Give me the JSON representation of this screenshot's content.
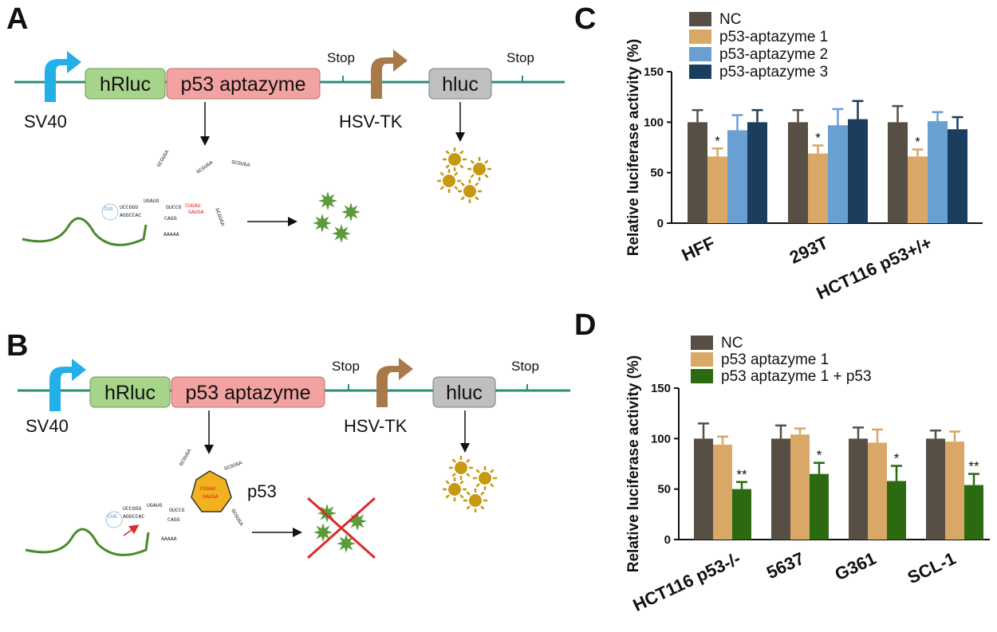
{
  "colors": {
    "promoter_sv40": "#23b0e8",
    "promoter_hsvtk": "#a87a4a",
    "hrluc_box": "#a6d48a",
    "aptazyme_box": "#f2a2a0",
    "hluc_box": "#bfbfbf",
    "backbone": "#2e8b78",
    "mrna": "#4a8a2e",
    "star_green": "#5c9a3a",
    "sun_gold": "#c59a12",
    "p53_hex": "#f2b220",
    "cross": "#d92b2b"
  },
  "panel_a": {
    "letter": "A",
    "sv40": "SV40",
    "hrluc": "hRluc",
    "aptazyme": "p53 aptazyme",
    "stop1": "Stop",
    "hsvtk": "HSV-TK",
    "hluc": "hluc",
    "stop2": "Stop"
  },
  "panel_b": {
    "letter": "B",
    "sv40": "SV40",
    "hrluc": "hRluc",
    "aptazyme": "p53 aptazyme",
    "stop1": "Stop",
    "hsvtk": "HSV-TK",
    "hluc": "hluc",
    "stop2": "Stop",
    "p53": "p53"
  },
  "seq": {
    "stem_left": "UCCGGU",
    "stem_left2": "AGGCCAC",
    "loop": "CUG",
    "mid": "UGAUG",
    "mid2": "GUCCG",
    "mid3": "CAGG",
    "red1": "CUGAU",
    "red2": "GAUGA",
    "tail": "AAAAA",
    "arm": "GCGUGA"
  },
  "chart_data": [
    {
      "panel": "C",
      "type": "bar",
      "ylabel": "Relative luciferase activity (%)",
      "ylim": [
        0,
        150
      ],
      "yticks": [
        "0",
        "50",
        "100",
        "150"
      ],
      "categories": [
        "HFF",
        "293T",
        "HCT116 p53+/+"
      ],
      "series": [
        {
          "name": "NC",
          "color": "#574f44",
          "values": [
            100,
            100,
            100
          ],
          "errors": [
            12,
            12,
            16
          ]
        },
        {
          "name": "p53-aptazyme 1",
          "color": "#d9a766",
          "values": [
            66,
            69,
            66
          ],
          "errors": [
            8,
            8,
            7
          ]
        },
        {
          "name": "p53-aptazyme 2",
          "color": "#6a9fd2",
          "values": [
            92,
            97,
            101
          ],
          "errors": [
            15,
            16,
            9
          ]
        },
        {
          "name": "p53-aptazyme 3",
          "color": "#1c3e5e",
          "values": [
            100,
            103,
            93
          ],
          "errors": [
            12,
            18,
            12
          ]
        }
      ],
      "annotations": [
        {
          "series": 1,
          "category": 0,
          "text": "*"
        },
        {
          "series": 1,
          "category": 1,
          "text": "*"
        },
        {
          "series": 1,
          "category": 2,
          "text": "*"
        }
      ],
      "legend": "top-left"
    },
    {
      "panel": "D",
      "type": "bar",
      "ylabel": "Relative luciferase activity (%)",
      "ylim": [
        0,
        150
      ],
      "yticks": [
        "0",
        "50",
        "100",
        "150"
      ],
      "categories": [
        "HCT116 p53-/-",
        "5637",
        "G361",
        "SCL-1"
      ],
      "series": [
        {
          "name": "NC",
          "color": "#574f44",
          "values": [
            100,
            100,
            100,
            100
          ],
          "errors": [
            15,
            13,
            11,
            8
          ]
        },
        {
          "name": "p53 aptazyme 1",
          "color": "#d9a766",
          "values": [
            94,
            104,
            96,
            97
          ],
          "errors": [
            8,
            6,
            13,
            10
          ]
        },
        {
          "name": "p53 aptazyme 1 + p53",
          "color": "#2c6a12",
          "values": [
            50,
            65,
            58,
            54
          ],
          "errors": [
            7,
            11,
            15,
            11
          ]
        }
      ],
      "annotations": [
        {
          "series": 2,
          "category": 0,
          "text": "**"
        },
        {
          "series": 2,
          "category": 1,
          "text": "*"
        },
        {
          "series": 2,
          "category": 2,
          "text": "*"
        },
        {
          "series": 2,
          "category": 3,
          "text": "**"
        }
      ],
      "legend": "top-left"
    }
  ],
  "panel_c_letter": "C",
  "panel_d_letter": "D"
}
